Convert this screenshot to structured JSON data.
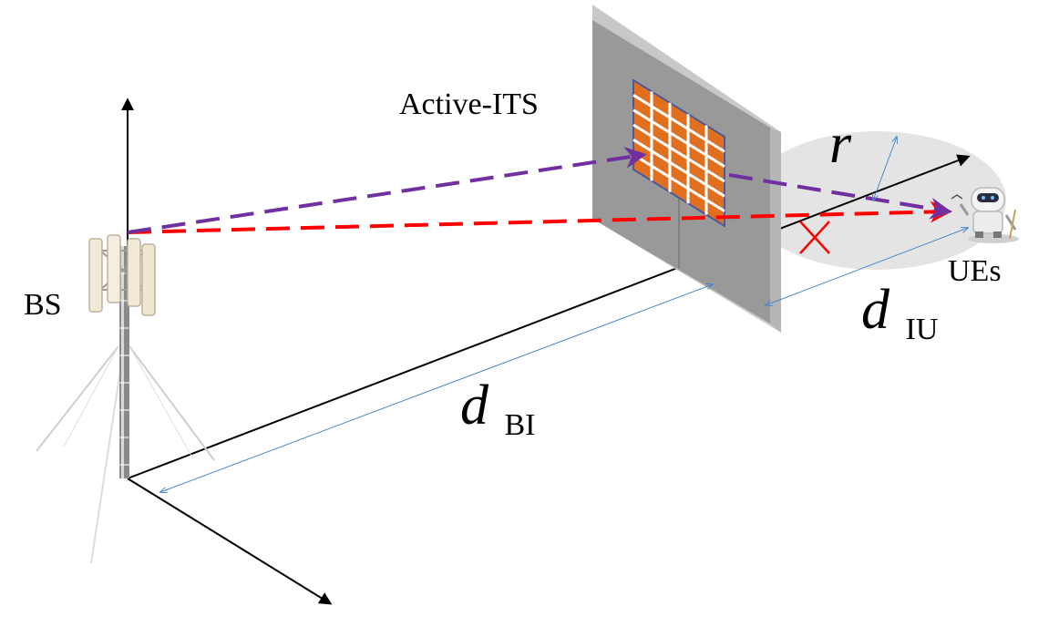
{
  "labels": {
    "active_its": "Active-ITS",
    "bs": "BS",
    "ues": "UEs",
    "radius": "r",
    "d_bi_main": "d",
    "d_bi_sub": "BI",
    "d_iu_main": "d",
    "d_iu_sub": "IU"
  },
  "colors": {
    "bs_to_its_link": "#7030a0",
    "its_to_ue_link": "#7030a0",
    "direct_link": "#ff0000",
    "blocked_mark": "#ff0000",
    "surface_elements": "#e07020",
    "wall": "#999999",
    "coverage_area": "#e4e4e4",
    "distance_arrows": "#4a86c8"
  }
}
